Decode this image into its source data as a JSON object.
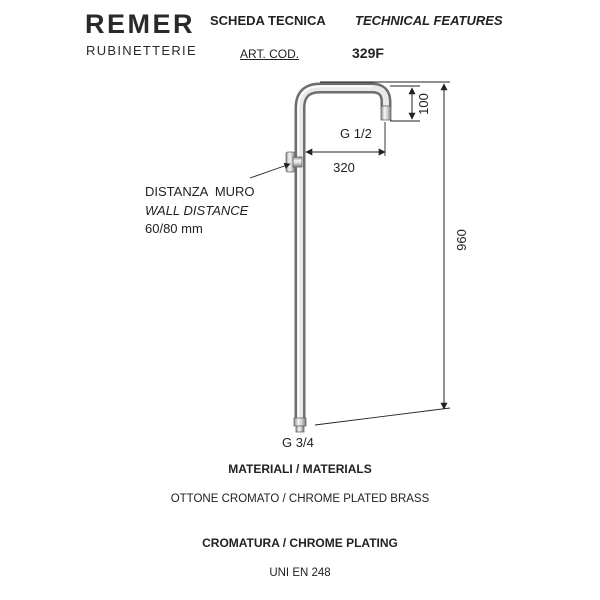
{
  "brand": {
    "name": "REMER",
    "subtitle": "RUBINETTERIE"
  },
  "header": {
    "scheda_label": "SCHEDA TECNICA",
    "features_label": "TECHNICAL FEATURES",
    "art_cod_label": "ART. COD.",
    "art_cod_value": "329F"
  },
  "drawing": {
    "dim_height_top": "100",
    "dim_width": "320",
    "dim_total_height": "960",
    "connector_top": "G 1/2",
    "connector_bottom": "G 3/4",
    "wall_distance_it": "DISTANZA  MURO",
    "wall_distance_en": "WALL DISTANCE",
    "wall_distance_value": "60/80 mm"
  },
  "materials": {
    "heading": "MATERIALI / MATERIALS",
    "value": "OTTONE CROMATO / CHROME PLATED BRASS"
  },
  "plating": {
    "heading": "CROMATURA / CHROME PLATING",
    "value": "UNI EN 248"
  }
}
